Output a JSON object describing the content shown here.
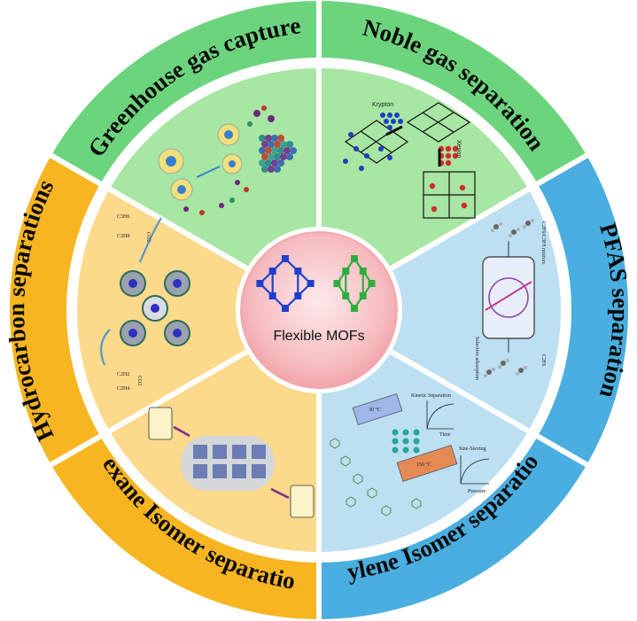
{
  "center": {
    "label": "Flexible MOFs"
  },
  "segments": [
    {
      "id": "greenhouse",
      "label": "Greenhouse gas capture",
      "ring_color": "#6dd47e",
      "panel_color": "#a8e6a3"
    },
    {
      "id": "noble",
      "label": "Noble gas separation",
      "ring_color": "#6dd47e",
      "panel_color": "#a8e6a3"
    },
    {
      "id": "pfas",
      "label": "PFAS separation",
      "ring_color": "#4aaee0",
      "panel_color": "#bcdff2"
    },
    {
      "id": "xylene",
      "label": "Xylene Isomer separation",
      "ring_color": "#4aaee0",
      "panel_color": "#bcdff2"
    },
    {
      "id": "hexane",
      "label": "Hexane Isomer separation",
      "ring_color": "#f7b521",
      "panel_color": "#fcd98b"
    },
    {
      "id": "hydrocarbon",
      "label": "Hydrocarbon separations",
      "ring_color": "#f7b521",
      "panel_color": "#fcd98b"
    }
  ],
  "noble_panel": {
    "gas1": "Krypton",
    "gas2": "Xenon"
  },
  "hydrocarbon_panel": {
    "molecules": [
      "C3H6",
      "C3H8",
      "CO2",
      "C2H2",
      "C2H4",
      "CO2"
    ]
  },
  "pfas_panel": {
    "top_label": "C2F6/C3F8 mixture",
    "bottom_label": "C2F6",
    "side_label": "Selective adsorption"
  },
  "xylene_panel": {
    "kinetic": "Kinetic Separation",
    "sieving": "Size-Sieving",
    "temp_high": "30 °C",
    "temp_low": "150 °C",
    "axis_time": "Time",
    "axis_pressure": "Pressure"
  }
}
